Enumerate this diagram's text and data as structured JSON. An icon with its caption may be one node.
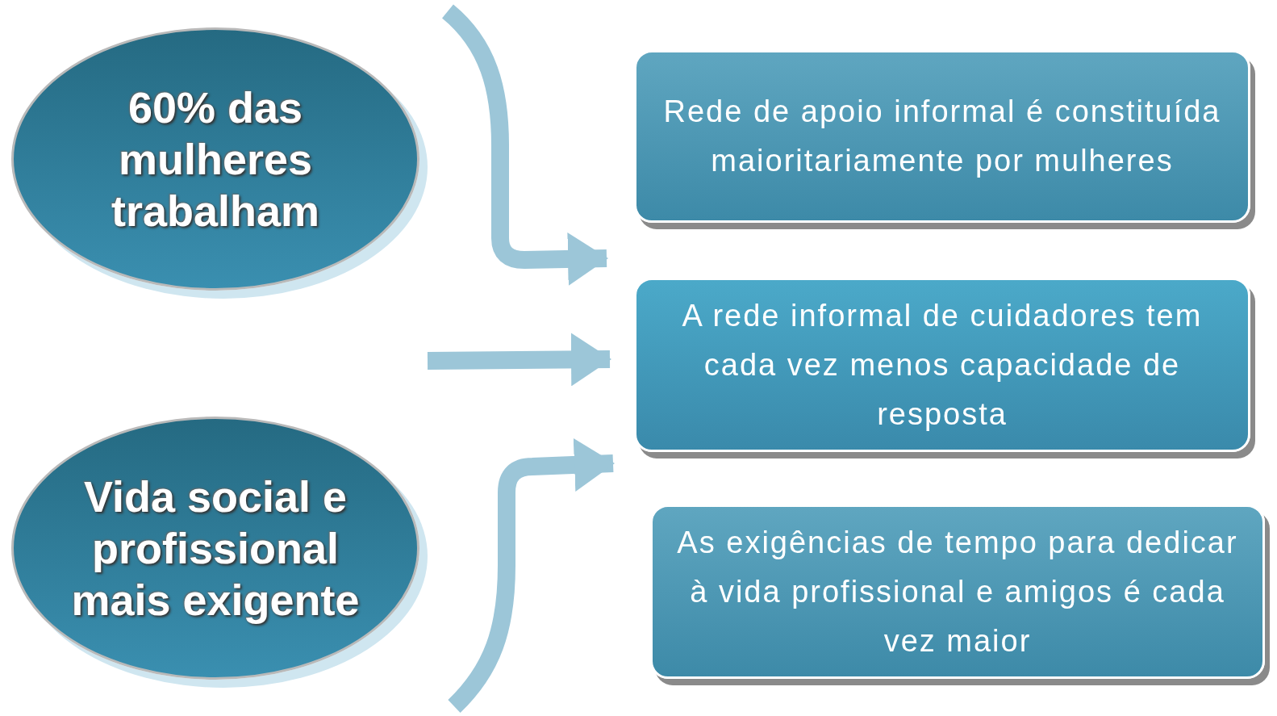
{
  "diagram": {
    "nodes": [
      {
        "text": [
          "60% das mulheres trabalham"
        ]
      },
      {
        "text": [
          "Rede de apoio informal é constituída maioritariamente por mulheres"
        ]
      },
      {
        "text": [
          "A rede informal de cuidadores tem cada vez menos capacidade de resposta"
        ]
      },
      {
        "text": [
          "As exigências de tempo para dedicar à vida profissional e amigos é cada vez maior"
        ]
      },
      {
        "text": [
          "Vida social e profissional mais exigente"
        ]
      }
    ],
    "edges": [
      {
        "from": 0,
        "to": 2,
        "arrow": "to"
      },
      {
        "from": null,
        "to": 2,
        "arrow": "to"
      },
      {
        "from": 4,
        "to": 2,
        "arrow": "to"
      }
    ]
  }
}
